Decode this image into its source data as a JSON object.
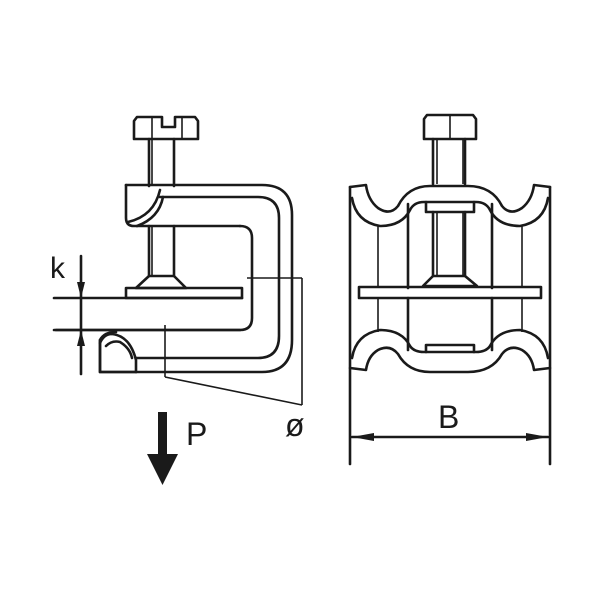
{
  "figure": {
    "subject": "beam clamp technical drawing",
    "views": [
      {
        "id": "side-view",
        "label": "side view"
      },
      {
        "id": "front-view",
        "label": "front view"
      }
    ],
    "labels": {
      "thickness": "k",
      "diameter": "ø",
      "width": "B",
      "load": "P"
    },
    "colors": {
      "line": "#1a1a1a",
      "background": "#ffffff"
    }
  }
}
